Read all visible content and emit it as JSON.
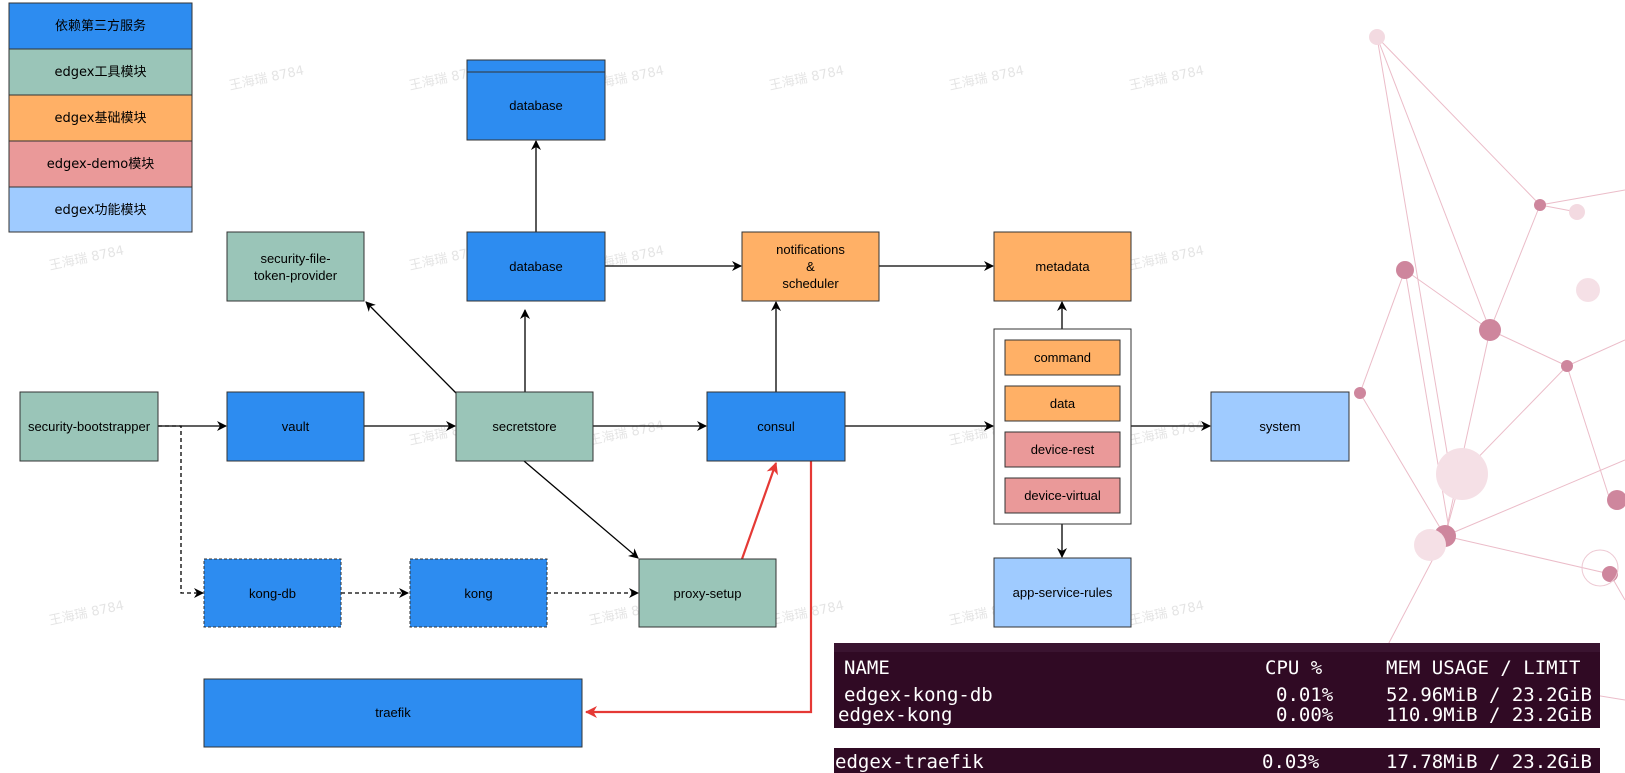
{
  "legend": [
    {
      "label": "依赖第三方服务",
      "color": "#2d8cf0"
    },
    {
      "label": "edgex工具模块",
      "color": "#9ac5b8"
    },
    {
      "label": "edgex基础模块",
      "color": "#ffb066"
    },
    {
      "label": "edgex-demo模块",
      "color": "#ea9999"
    },
    {
      "label": "edgex功能模块",
      "color": "#9fcbff"
    }
  ],
  "nodes": {
    "database_top": "database",
    "database": "database",
    "security_file_token_provider": [
      "security-file-",
      "token-provider"
    ],
    "notifications_scheduler": [
      "notifications",
      "&",
      "scheduler"
    ],
    "metadata": "metadata",
    "command": "command",
    "data": "data",
    "device_rest": "device-rest",
    "device_virtual": "device-virtual",
    "security_bootstrapper": "security-bootstrapper",
    "vault": "vault",
    "secretstore": "secretstore",
    "consul": "consul",
    "system": "system",
    "kong_db": "kong-db",
    "kong": "kong",
    "proxy_setup": "proxy-setup",
    "app_service_rules": "app-service-rules",
    "traefik": "traefik"
  },
  "terminal": {
    "headers": [
      "NAME",
      "CPU %",
      "MEM USAGE / LIMIT"
    ],
    "rows": [
      {
        "name": "edgex-kong-db",
        "cpu": "0.01%",
        "mem": "52.96MiB / 23.2GiB"
      },
      {
        "name": "edgex-kong",
        "cpu": "0.00%",
        "mem": "110.9MiB / 23.2GiB"
      },
      {
        "name": "edgex-traefik",
        "cpu": "0.03%",
        "mem": "17.78MiB / 23.2GiB"
      }
    ]
  },
  "watermark": "王海瑞 8784",
  "colors": {
    "third_party": "#2d8cf0",
    "tool": "#9ac5b8",
    "base": "#ffb066",
    "demo": "#ea9999",
    "function": "#9fcbff",
    "red_arrow": "#e53935",
    "terminal_bg": "#300a24"
  }
}
